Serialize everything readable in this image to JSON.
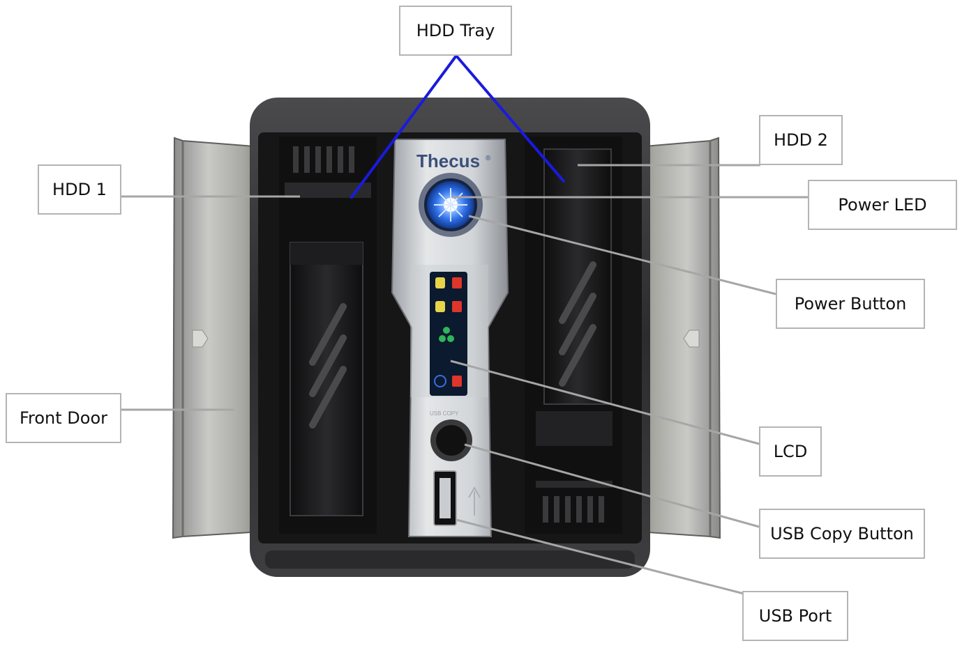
{
  "device": {
    "brand": "Thecus",
    "brand_mark": "®",
    "usb_copy_caption": "USB COPY"
  },
  "labels": {
    "hdd_tray": "HDD Tray",
    "hdd_1": "HDD 1",
    "hdd_2": "HDD 2",
    "power_led": "Power LED",
    "power_button": "Power Button",
    "front_door": "Front Door",
    "lcd": "LCD",
    "usb_copy_button": "USB Copy Button",
    "usb_port": "USB Port"
  },
  "colors": {
    "callout_border": "#b4b4b4",
    "leader_line": "#a6a6a6",
    "tray_leader_line": "#1a1adf",
    "power_led_glow": "#3a7dff",
    "hdd_status_led": "#e8d44a",
    "hdd_error_led": "#e0352b",
    "network_led": "#2fb55a",
    "info_led": "#3a6ee0"
  }
}
